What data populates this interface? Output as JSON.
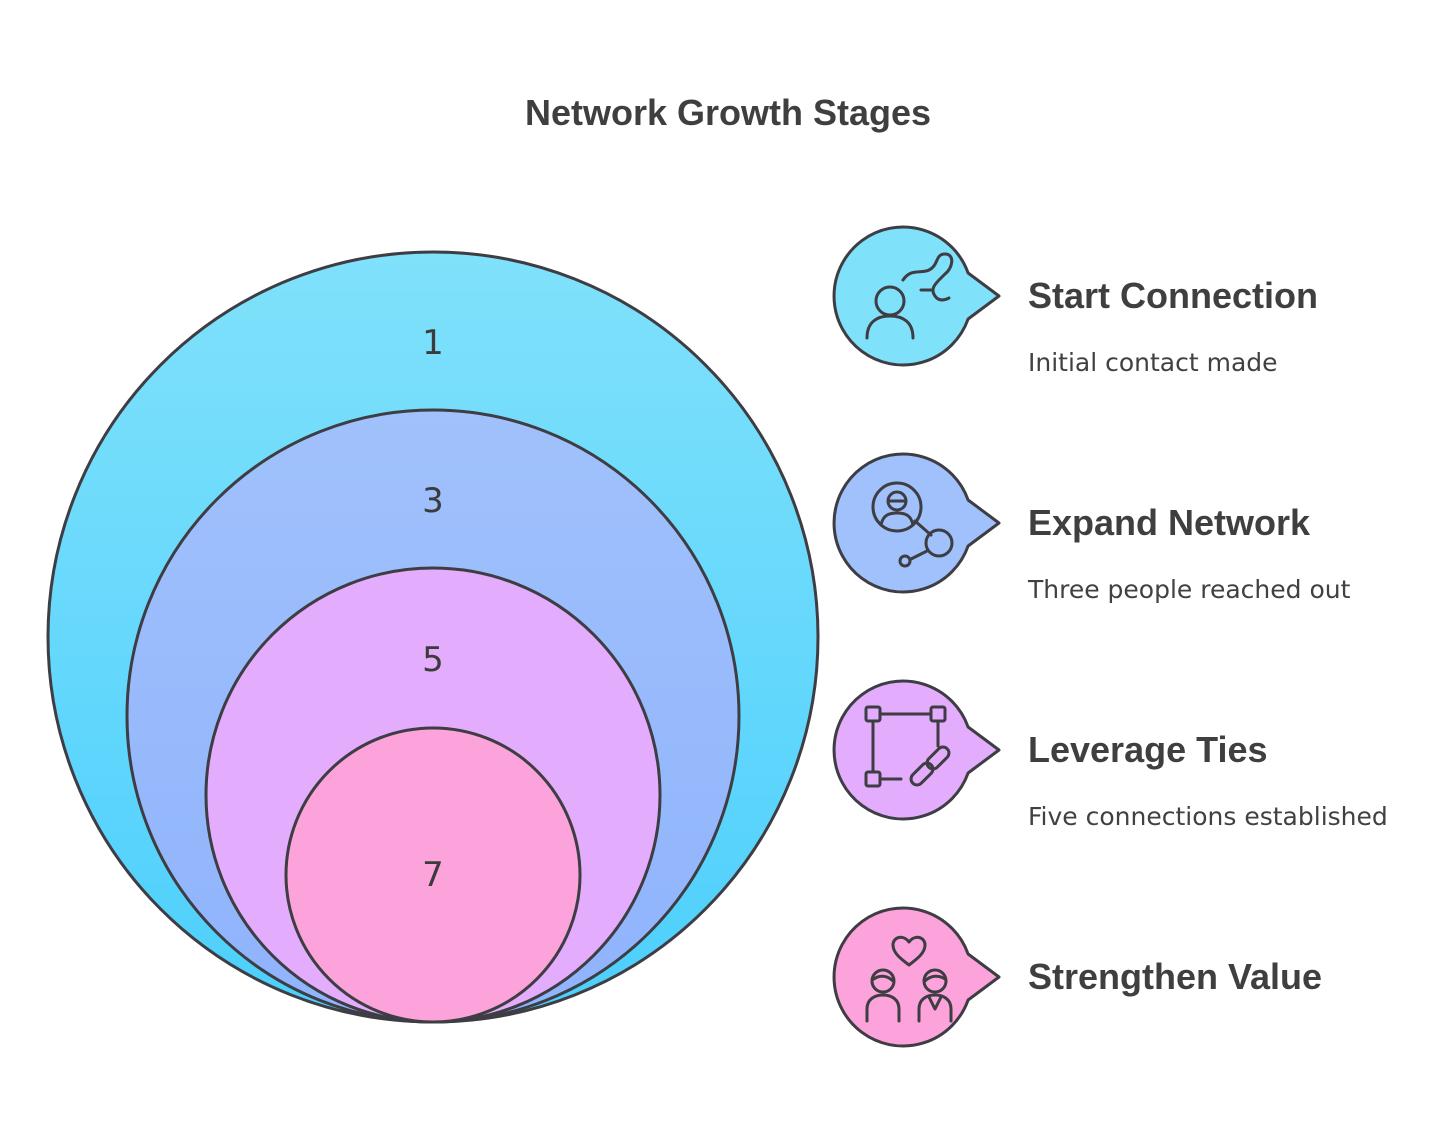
{
  "title": "Network Growth Stages",
  "rings": [
    {
      "label": "1",
      "color_top": "#80e1fb",
      "color_bottom": "#4ccffc"
    },
    {
      "label": "3",
      "color_top": "#a0c1fb",
      "color_bottom": "#8fb3fd"
    },
    {
      "label": "5",
      "color_top": "#e3acfc",
      "color_bottom": "#e3acfc"
    },
    {
      "label": "7",
      "color_top": "#fba3da",
      "color_bottom": "#fba3da"
    }
  ],
  "stages": [
    {
      "title": "Start Connection",
      "description": "Initial contact made",
      "icon": "person-with-path-icon",
      "color": "#80e1fb"
    },
    {
      "title": "Expand Network",
      "description": "Three people reached out",
      "icon": "person-network-icon",
      "color": "#a0c1fb"
    },
    {
      "title": "Leverage Ties",
      "description": "Five connections established",
      "icon": "linked-nodes-icon",
      "color": "#e3acfc"
    },
    {
      "title": "Strengthen Value",
      "description": "",
      "icon": "people-heart-icon",
      "color": "#fba3da"
    }
  ],
  "colors": {
    "outline": "#3d3d43",
    "text": "#414141"
  }
}
